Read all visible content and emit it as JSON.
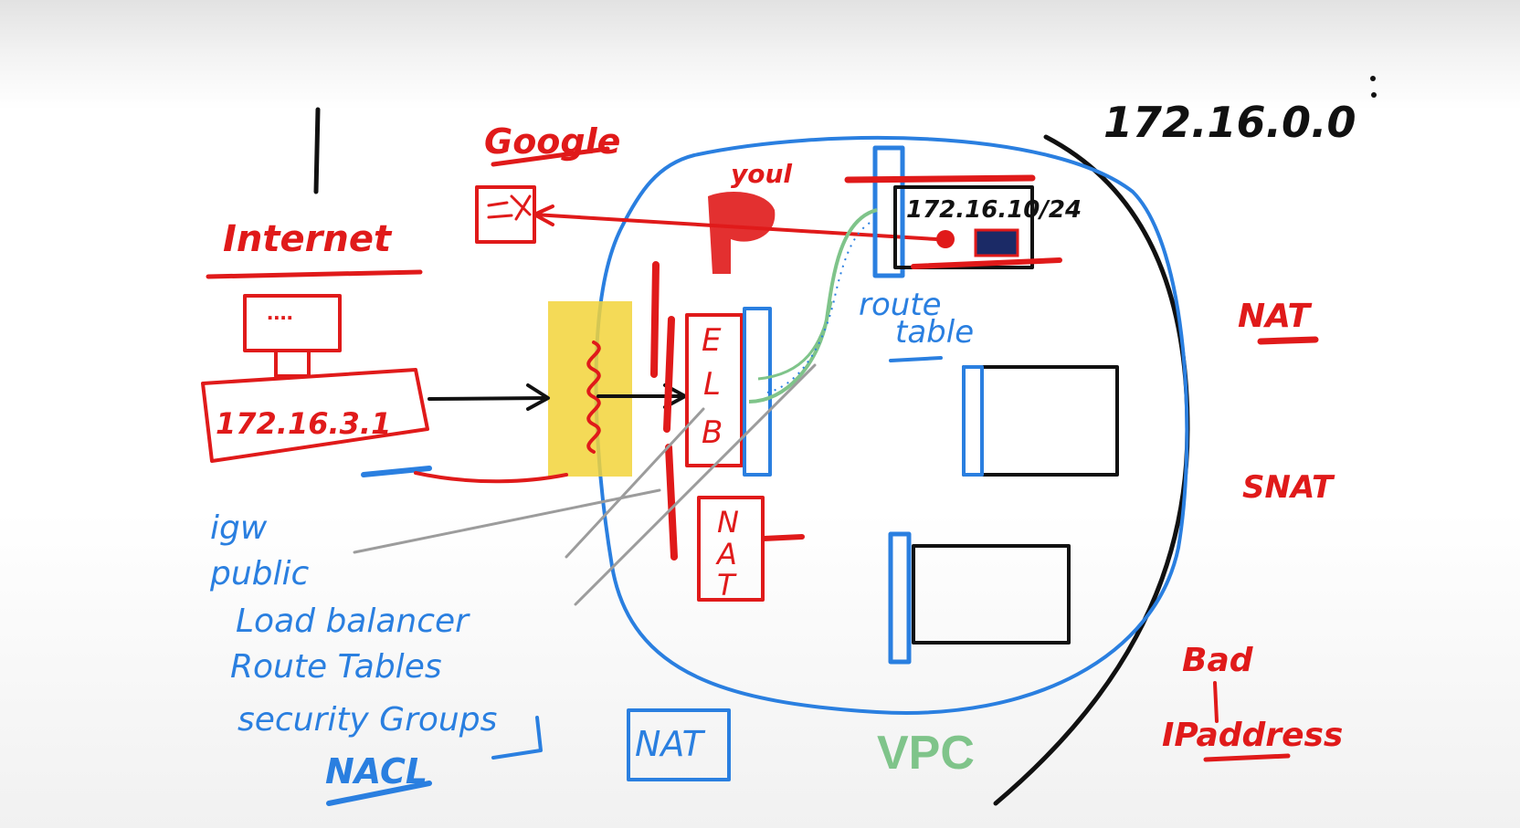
{
  "labels": {
    "cidr_main": "172.16.0.0",
    "cidr_subnet": "172.16.10/24",
    "google": "Google",
    "internet": "Internet",
    "client_ip": "172.16.3.1",
    "igw_list": [
      "igw",
      "public",
      "Load balancer",
      "Route Tables",
      "security Groups",
      "NACL"
    ],
    "nat_box_bottom": "NAT",
    "vpc": "VPC",
    "route_table": [
      "route",
      "table"
    ],
    "nat_right": "NAT",
    "snat": "SNAT",
    "bad_ip": [
      "Bad",
      "IPaddress"
    ],
    "elb": [
      "E",
      "L",
      "B"
    ],
    "nat_vertical": [
      "N",
      "A",
      "T"
    ],
    "nat_monitor_dots": "....",
    "youl": "youl"
  },
  "colors": {
    "red_marker": "#e01a1a",
    "blue_marker": "#2a7fe0",
    "black_marker": "#111111",
    "yellow_marker": "#f2d43a",
    "green_marker": "#7fc48a",
    "gray_arrow": "#9c9c9c"
  }
}
